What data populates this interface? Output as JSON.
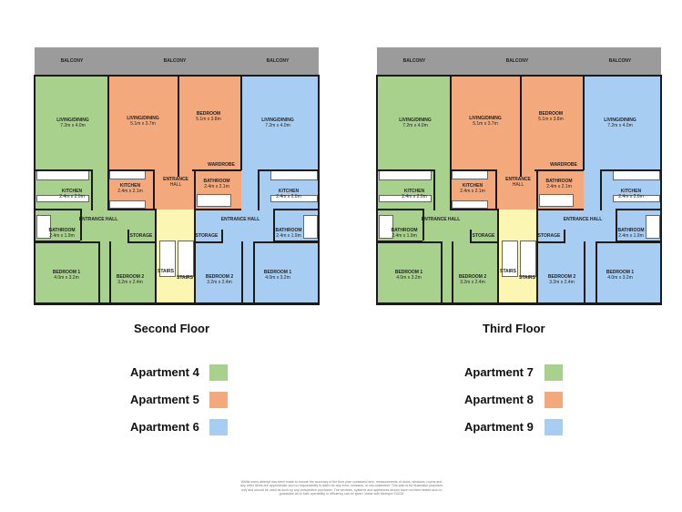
{
  "colors": {
    "apartment_green": "#a9d18e",
    "apartment_orange": "#f4a97c",
    "apartment_blue": "#a8cdf2",
    "stairs_yellow": "#fbf7b2",
    "balcony_gray": "#9b9b9b"
  },
  "floors": [
    {
      "title": "Second Floor",
      "apartments": [
        {
          "label": "Apartment 4",
          "color": "#a9d18e"
        },
        {
          "label": "Apartment 5",
          "color": "#f4a97c"
        },
        {
          "label": "Apartment 6",
          "color": "#a8cdf2"
        }
      ]
    },
    {
      "title": "Third Floor",
      "apartments": [
        {
          "label": "Apartment 7",
          "color": "#a9d18e"
        },
        {
          "label": "Apartment 8",
          "color": "#f4a97c"
        },
        {
          "label": "Apartment 9",
          "color": "#a8cdf2"
        }
      ]
    }
  ],
  "room_labels": [
    {
      "name": "BALCONY",
      "dim": ""
    },
    {
      "name": "BALCONY",
      "dim": ""
    },
    {
      "name": "BALCONY",
      "dim": ""
    },
    {
      "name": "LIVING/DINING",
      "dim": "7.2m x 4.0m"
    },
    {
      "name": "LIVING/DINING",
      "dim": "5.1m x 3.7m"
    },
    {
      "name": "BEDROOM",
      "dim": "5.1m x 3.8m"
    },
    {
      "name": "LIVING/DINING",
      "dim": "7.2m x 4.0m"
    },
    {
      "name": "WARDROBE",
      "dim": ""
    },
    {
      "name": "ENTRANCE",
      "dim": "HALL"
    },
    {
      "name": "KITCHEN",
      "dim": "2.4m x 2.0m"
    },
    {
      "name": "KITCHEN",
      "dim": "2.4m x 2.1m"
    },
    {
      "name": "BATHROOM",
      "dim": "2.4m x 2.1m"
    },
    {
      "name": "KITCHEN",
      "dim": "2.4m x 2.0m"
    },
    {
      "name": "ENTRANCE HALL",
      "dim": ""
    },
    {
      "name": "BATHROOM",
      "dim": "2.4m x 1.9m"
    },
    {
      "name": "STORAGE",
      "dim": ""
    },
    {
      "name": "STORAGE",
      "dim": ""
    },
    {
      "name": "ENTRANCE HALL",
      "dim": ""
    },
    {
      "name": "BATHROOM",
      "dim": "2.4m x 1.9m"
    },
    {
      "name": "STAIRS",
      "dim": ""
    },
    {
      "name": "STAIRS",
      "dim": ""
    },
    {
      "name": "BEDROOM 1",
      "dim": "4.0m x 3.2m"
    },
    {
      "name": "BEDROOM 2",
      "dim": "3.2m x 2.4m"
    },
    {
      "name": "BEDROOM 2",
      "dim": "3.2m x 2.4m"
    },
    {
      "name": "BEDROOM 1",
      "dim": "4.0m x 3.2m"
    }
  ],
  "disclaimer": "Whilst every attempt has been made to ensure the accuracy of the floor plan contained here, measurements of doors, windows, rooms and any other items are approximate and no responsibility is taken for any error, omission, or mis-statement. This plan is for illustrative purposes only and should be used as such by any prospective purchaser. The services, systems and appliances shown have not been tested and no guarantee as to their operability or efficiency can be given. Made with Metropix ©2016"
}
